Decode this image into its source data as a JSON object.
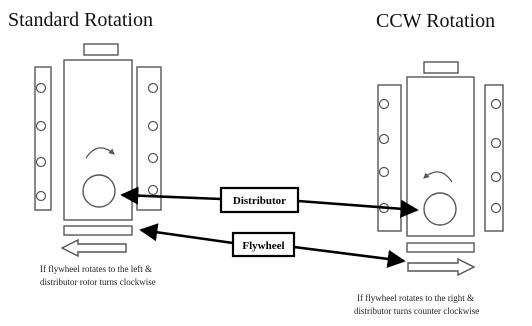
{
  "titles": {
    "left": "Standard Rotation",
    "right": "CCW Rotation"
  },
  "labels": {
    "distributor": "Distributor",
    "flywheel": "Flywheel"
  },
  "captions": {
    "left_line1": "If flywheel rotates to the left &",
    "left_line2": "distributor rotor turns clockwise",
    "right_line1": "If flywheel rotates to the right &",
    "right_line2": "distributor turns counter clockwise"
  },
  "colors": {
    "outline": "#555555",
    "arrow": "#000000"
  }
}
